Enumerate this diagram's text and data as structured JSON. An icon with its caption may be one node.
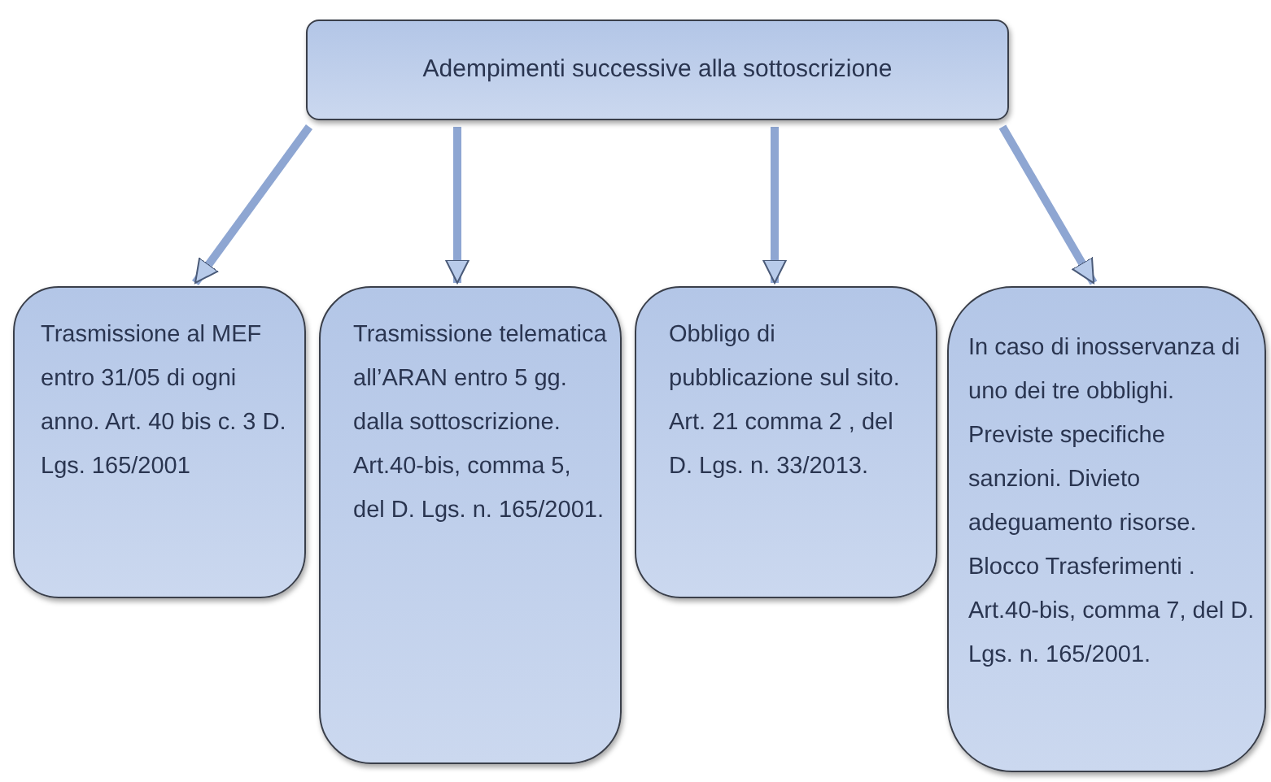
{
  "diagram": {
    "nodes": [
      {
        "text": [
          "Adempimenti successive alla sottoscrizione"
        ]
      },
      {
        "text": [
          "Trasmissione al MEF entro 31/05 di ogni anno. Art. 40 bis c. 3 D. Lgs. 165/2001"
        ]
      },
      {
        "text": [
          "Trasmissione telematica all’ARAN entro 5 gg. dalla sottoscrizione. Art.40-bis, comma 5, del D. Lgs. n. 165/2001."
        ]
      },
      {
        "text": [
          "Obbligo di pubblicazione sul sito. Art. 21 comma 2 , del D. Lgs. n. 33/2013."
        ]
      },
      {
        "text": [
          "In caso di inosservanza di uno dei tre obblighi. Previste specifiche sanzioni. Divieto adeguamento risorse. Blocco  Trasferimenti . Art.40-bis, comma 7, del D. Lgs. n. 165/2001."
        ]
      }
    ],
    "edges": [
      {
        "from": 0,
        "to": 1,
        "arrow": "to"
      },
      {
        "from": 0,
        "to": 2,
        "arrow": "to"
      },
      {
        "from": 0,
        "to": 3,
        "arrow": "to"
      },
      {
        "from": 0,
        "to": 4,
        "arrow": "to"
      }
    ]
  }
}
